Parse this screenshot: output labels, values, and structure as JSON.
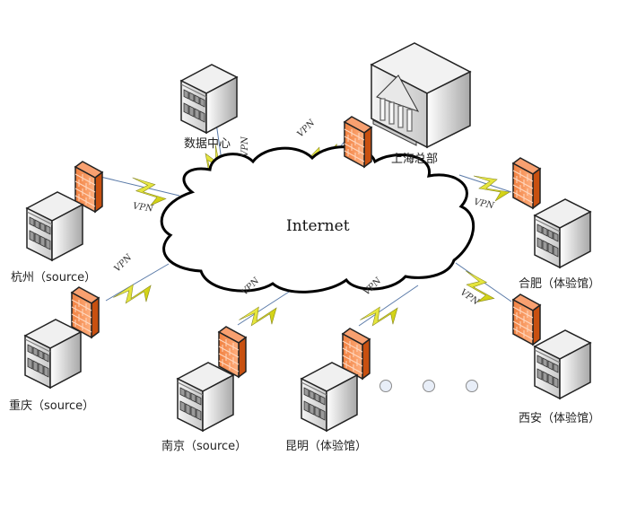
{
  "diagram": {
    "cloud": {
      "label": "Internet"
    },
    "vpn_label": "VPN",
    "nodes": [
      {
        "id": "datacenter",
        "label": "数据中心",
        "type": "server"
      },
      {
        "id": "shanghai",
        "label": "上海总部",
        "type": "headquarters"
      },
      {
        "id": "hangzhou",
        "label": "杭州（source）",
        "type": "server"
      },
      {
        "id": "chongqing",
        "label": "重庆（source）",
        "type": "server"
      },
      {
        "id": "nanjing",
        "label": "南京（source）",
        "type": "server"
      },
      {
        "id": "kunming",
        "label": "昆明（体验馆）",
        "type": "server"
      },
      {
        "id": "hefei",
        "label": "合肥（体验馆）",
        "type": "server"
      },
      {
        "id": "xian",
        "label": "西安（体验馆）",
        "type": "server"
      }
    ],
    "ellipsis_dots": 3,
    "colors": {
      "firewall": "#f07830",
      "bolt": "#e6e61e",
      "cloud_stroke": "#000000",
      "dot_fill": "#e8eef8"
    }
  }
}
